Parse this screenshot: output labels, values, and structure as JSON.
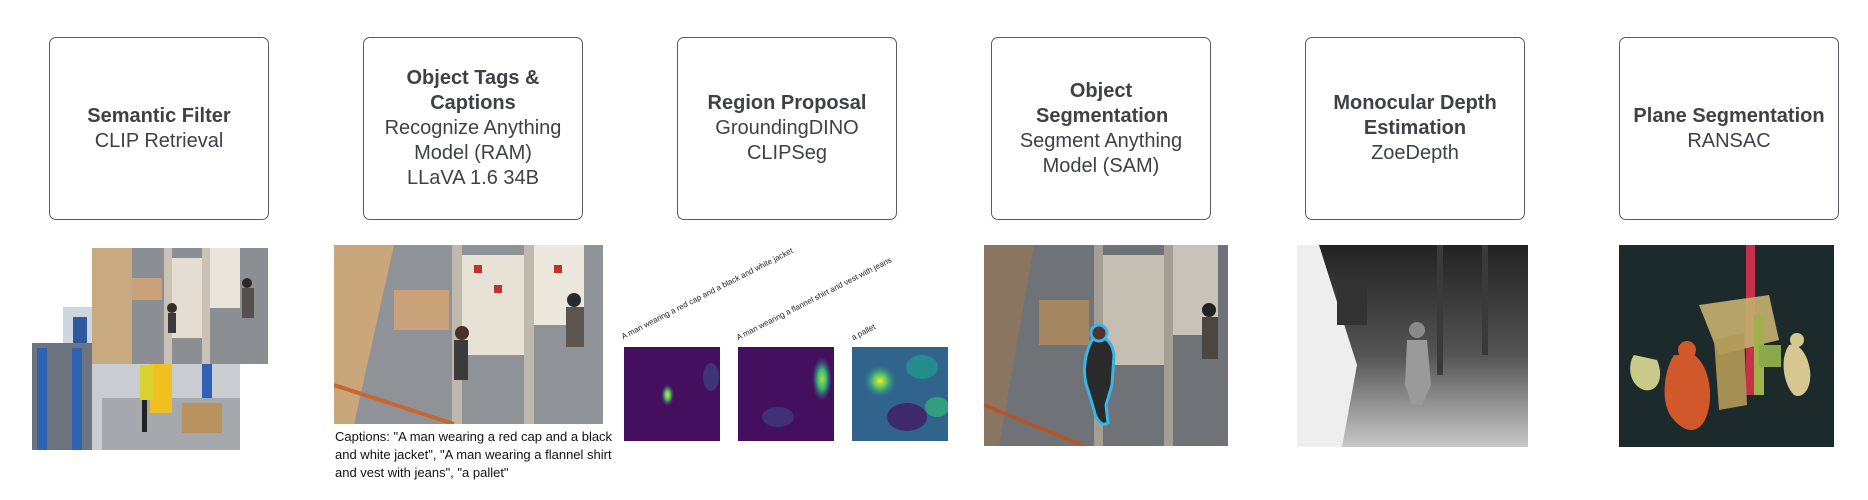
{
  "stages": [
    {
      "title": "Semantic Filter",
      "lines": [
        "CLIP Retrieval"
      ]
    },
    {
      "title": "Object Tags & Captions",
      "lines": [
        "Recognize Anything",
        "Model (RAM)",
        "LLaVA 1.6 34B"
      ]
    },
    {
      "title": "Region Proposal",
      "lines": [
        "GroundingDINO",
        "CLIPSeg"
      ]
    },
    {
      "title": "Object Segmentation",
      "lines": [
        "Segment Anything",
        "Model (SAM)"
      ]
    },
    {
      "title": "Monocular Depth Estimation",
      "lines": [
        "ZoeDepth"
      ]
    },
    {
      "title": "Plane Segmentation",
      "lines": [
        "RANSAC"
      ]
    }
  ],
  "captions_text": "Captions: \"A man wearing a red cap and a black and white jacket\", \"A man wearing a flannel shirt and vest with jeans\", \"a pallet\"",
  "heatmap_labels": [
    "A man wearing a red cap and a black and white jacket",
    "A man wearing a flannel shirt and vest with jeans",
    "a pallet"
  ]
}
